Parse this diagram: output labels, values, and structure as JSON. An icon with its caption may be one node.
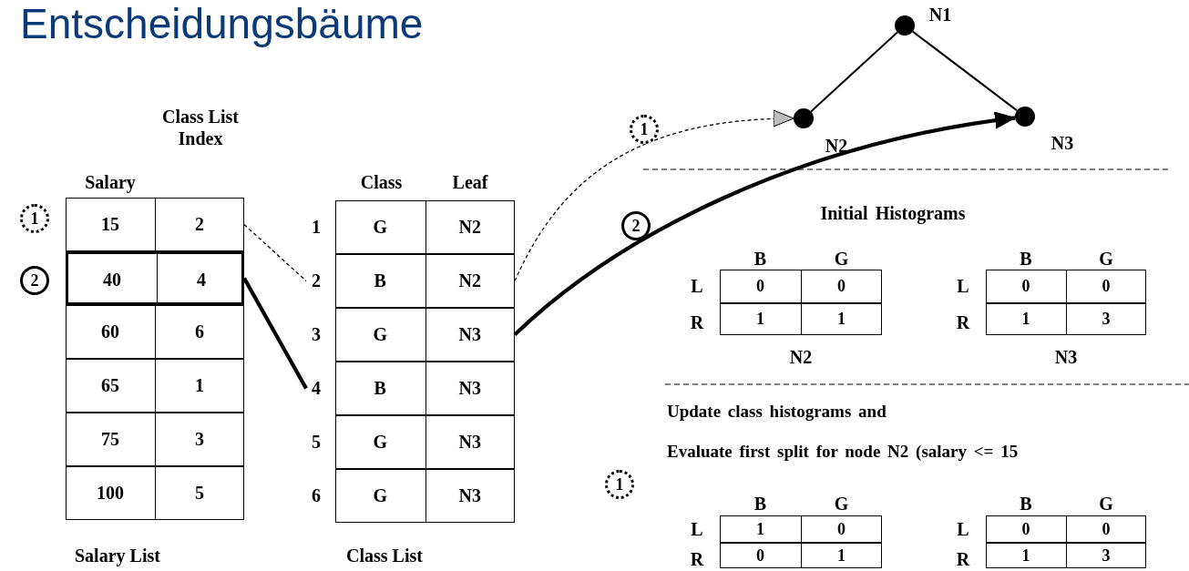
{
  "diagram": {
    "title": "Entscheidungsbäume",
    "nodes": [
      {
        "text": [
          "Salary",
          "Class List Index",
          "Salary List"
        ]
      },
      {
        "text": [
          "15",
          "2"
        ],
        "in": 0
      },
      {
        "text": [
          "40",
          "4"
        ],
        "in": 0
      },
      {
        "text": [
          "60",
          "6"
        ],
        "in": 0
      },
      {
        "text": [
          "65",
          "1"
        ],
        "in": 0
      },
      {
        "text": [
          "75",
          "3"
        ],
        "in": 0
      },
      {
        "text": [
          "100",
          "5"
        ],
        "in": 0
      },
      {
        "text": [
          "Class",
          "Leaf",
          "Class List"
        ]
      },
      {
        "text": [
          "G",
          "N2"
        ],
        "beside": [
          "1"
        ],
        "in": 7
      },
      {
        "text": [
          "B",
          "N2"
        ],
        "beside": [
          "2"
        ],
        "in": 7
      },
      {
        "text": [
          "G",
          "N3"
        ],
        "beside": [
          "3"
        ],
        "in": 7
      },
      {
        "text": [
          "B",
          "N3"
        ],
        "beside": [
          "4"
        ],
        "in": 7
      },
      {
        "text": [
          "G",
          "N3"
        ],
        "beside": [
          "5"
        ],
        "in": 7
      },
      {
        "text": [
          "G",
          "N3"
        ],
        "beside": [
          "6"
        ],
        "in": 7
      },
      {
        "text": [],
        "shape": "circle",
        "beside": [
          "N1"
        ]
      },
      {
        "text": [],
        "shape": "circle",
        "beside": [
          "N2"
        ]
      },
      {
        "text": [],
        "shape": "circle",
        "beside": [
          "N3"
        ]
      },
      {
        "text": [
          "1"
        ]
      },
      {
        "text": [
          "2"
        ]
      },
      {
        "text": [
          "1"
        ]
      },
      {
        "text": [
          "2"
        ]
      },
      {
        "text": [
          "B",
          "G",
          "L",
          "0",
          "0",
          "R",
          "1",
          "1"
        ],
        "beside": [
          "N2"
        ]
      },
      {
        "text": [
          "B",
          "G",
          "L",
          "0",
          "0",
          "R",
          "1",
          "3"
        ],
        "beside": [
          "N3"
        ]
      },
      {
        "text": [
          "1"
        ]
      },
      {
        "text": [
          "B",
          "G",
          "L",
          "1",
          "0",
          "R",
          "0",
          "1"
        ]
      },
      {
        "text": [
          "B",
          "G",
          "L",
          "0",
          "0",
          "R",
          "1",
          "3"
        ]
      }
    ],
    "edges": [
      {
        "from": 1,
        "to": 9,
        "arrow": "none",
        "style": "dashed"
      },
      {
        "from": 2,
        "to": 11,
        "arrow": "none",
        "style": "thick"
      },
      {
        "from": 9,
        "to": 15,
        "arrow": "to",
        "style": "dashed"
      },
      {
        "from": 10,
        "to": 16,
        "arrow": "to",
        "style": "thick"
      },
      {
        "from": 14,
        "to": 15,
        "arrow": "none"
      },
      {
        "from": 14,
        "to": 16,
        "arrow": "none"
      }
    ],
    "labels": [
      "Initial Histograms",
      "Update class histograms and",
      "Evaluate first split for node N2 (salary <= 15"
    ]
  }
}
